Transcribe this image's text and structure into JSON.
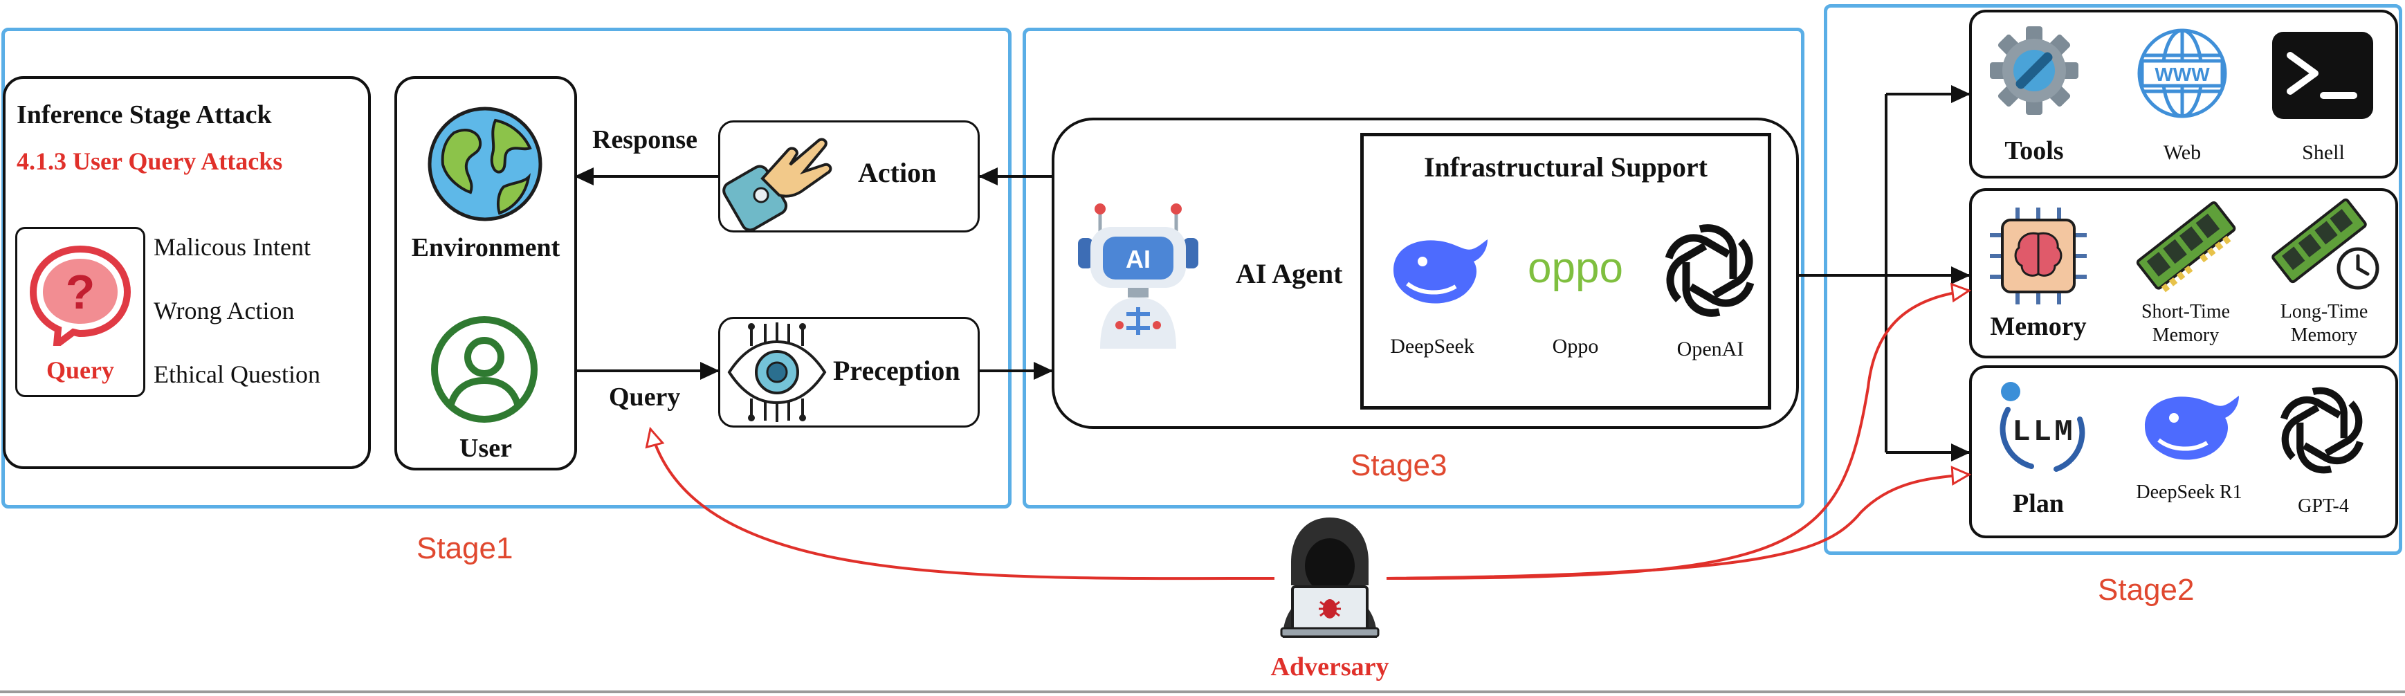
{
  "stages": {
    "stage1": "Stage1",
    "stage2": "Stage2",
    "stage3": "Stage3"
  },
  "attack": {
    "title": "Inference Stage Attack",
    "subtitle": "4.1.3 User Query Attacks",
    "query_label": "Query",
    "items": [
      "Malicous Intent",
      "Wrong Action",
      "Ethical Question"
    ]
  },
  "env_user": {
    "environment": "Environment",
    "user": "User"
  },
  "flow": {
    "response": "Response",
    "query": "Query",
    "action": "Action",
    "preception": "Preception"
  },
  "agent": {
    "label": "AI Agent",
    "robot_text": "AI",
    "infra_title": "Infrastructural Support",
    "providers": [
      "DeepSeek",
      "Oppo",
      "OpenAI"
    ],
    "oppo_logo_text": "oppo"
  },
  "tools": {
    "title": "Tools",
    "items": [
      "Web",
      "Shell"
    ],
    "web_logo_text": "WWW"
  },
  "memory": {
    "title": "Memory",
    "items": [
      "Short-Time Memory",
      "Long-Time Memory"
    ]
  },
  "plan": {
    "title": "Plan",
    "items": [
      "DeepSeek R1",
      "GPT-4"
    ],
    "llm_logo_text": "LLM"
  },
  "adversary": "Adversary",
  "colors": {
    "stage_border": "#5aaee6",
    "attack_red": "#e0302a",
    "stage_label": "#e0482f",
    "line": "#111111"
  }
}
